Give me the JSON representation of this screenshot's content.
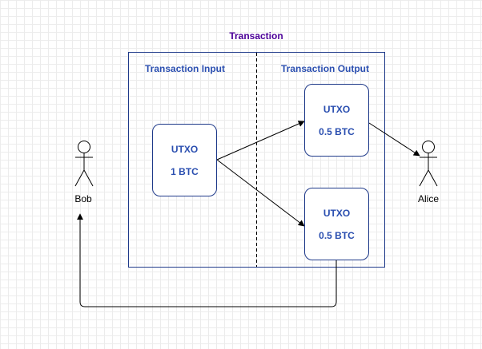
{
  "diagram": {
    "title": "Transaction",
    "sections": {
      "input": "Transaction Input",
      "output": "Transaction Output"
    },
    "input_utxo": {
      "label": "UTXO",
      "amount": "1 BTC"
    },
    "output_utxos": [
      {
        "label": "UTXO",
        "amount": "0.5 BTC"
      },
      {
        "label": "UTXO",
        "amount": "0.5 BTC"
      }
    ],
    "actors": {
      "sender": "Bob",
      "receiver": "Alice"
    }
  },
  "colors": {
    "title": "#4c0099",
    "text": "#2b4fb0",
    "border": "#1f3a8a",
    "arrow": "#000000",
    "grid": "#ececec"
  }
}
